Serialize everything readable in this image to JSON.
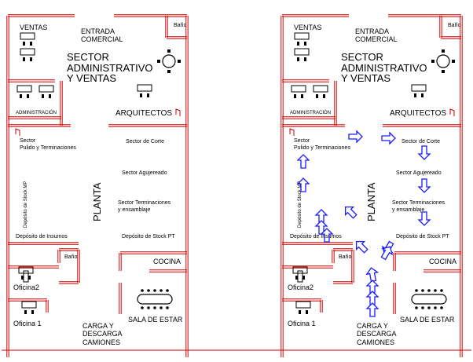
{
  "colors": {
    "wall": "#cc0000",
    "arrow": "#1a1aff",
    "furniture": "#000000",
    "background": "#ffffff"
  },
  "plans": [
    {
      "id": "plan-left",
      "labels": {
        "ventas": "VENTAS",
        "entrada": "ENTRADA\nCOMERCIAL",
        "bano_top": "Baño",
        "sector_admin": "SECTOR\nADMINISTRATIVO\nY VENTAS",
        "administracion": "ADMINISTRACIÓN",
        "arquitectos": "ARQUITECTOS",
        "sector_pulido": "Sector\nPulido y Terminaciones",
        "sector_corte": "Sector de Corte",
        "sector_agujereado": "Sector Agujereado",
        "sector_terminaciones": "Sector Terminaciones\ny ensamblaje",
        "planta": "PLANTA",
        "deposito_mp": "Depósito de Stock MP",
        "deposito_insumos": "Depósito de Insumos",
        "deposito_pt": "Depósito de Stock PT",
        "bano_bottom": "Baño",
        "cocina": "COCINA",
        "oficina2": "Oficina2",
        "oficina1": "Oficina 1",
        "carga": "CARGA Y\nDESCARGA\nCAMIONES",
        "sala": "SALA DE ESTAR"
      }
    },
    {
      "id": "plan-right",
      "labels": {
        "ventas": "VENTAS",
        "entrada": "ENTRADA\nCOMERCIAL",
        "bano_top": "Baño",
        "sector_admin": "SECTOR\nADMINISTRATIVO\nY VENTAS",
        "administracion": "ADMINISTRACIÓN",
        "arquitectos": "ARQUITECTOS",
        "sector_pulido": "Sector\nPulido y Terminaciones",
        "sector_corte": "Sector de Corte",
        "sector_agujereado": "Sector Agujereado",
        "sector_terminaciones": "Sector Terminaciones\ny ensamblaje",
        "planta": "PLANTA",
        "deposito_mp": "Depósito de Stock MP",
        "deposito_insumos": "Depósito de Insumos",
        "deposito_pt": "Depósito de Stock PT",
        "bano_bottom": "Baño",
        "cocina": "COCINA",
        "oficina2": "Oficina2",
        "oficina1": "Oficina 1",
        "carga": "CARGA Y\nDESCARGA\nCAMIONES",
        "sala": "SALA DE ESTAR"
      },
      "flow_arrows": [
        "down",
        "down",
        "right",
        "right",
        "down",
        "down",
        "down",
        "down-left",
        "up-left",
        "up-left",
        "up-left",
        "up",
        "up",
        "up",
        "up",
        "up-right",
        "up",
        "up"
      ]
    }
  ]
}
